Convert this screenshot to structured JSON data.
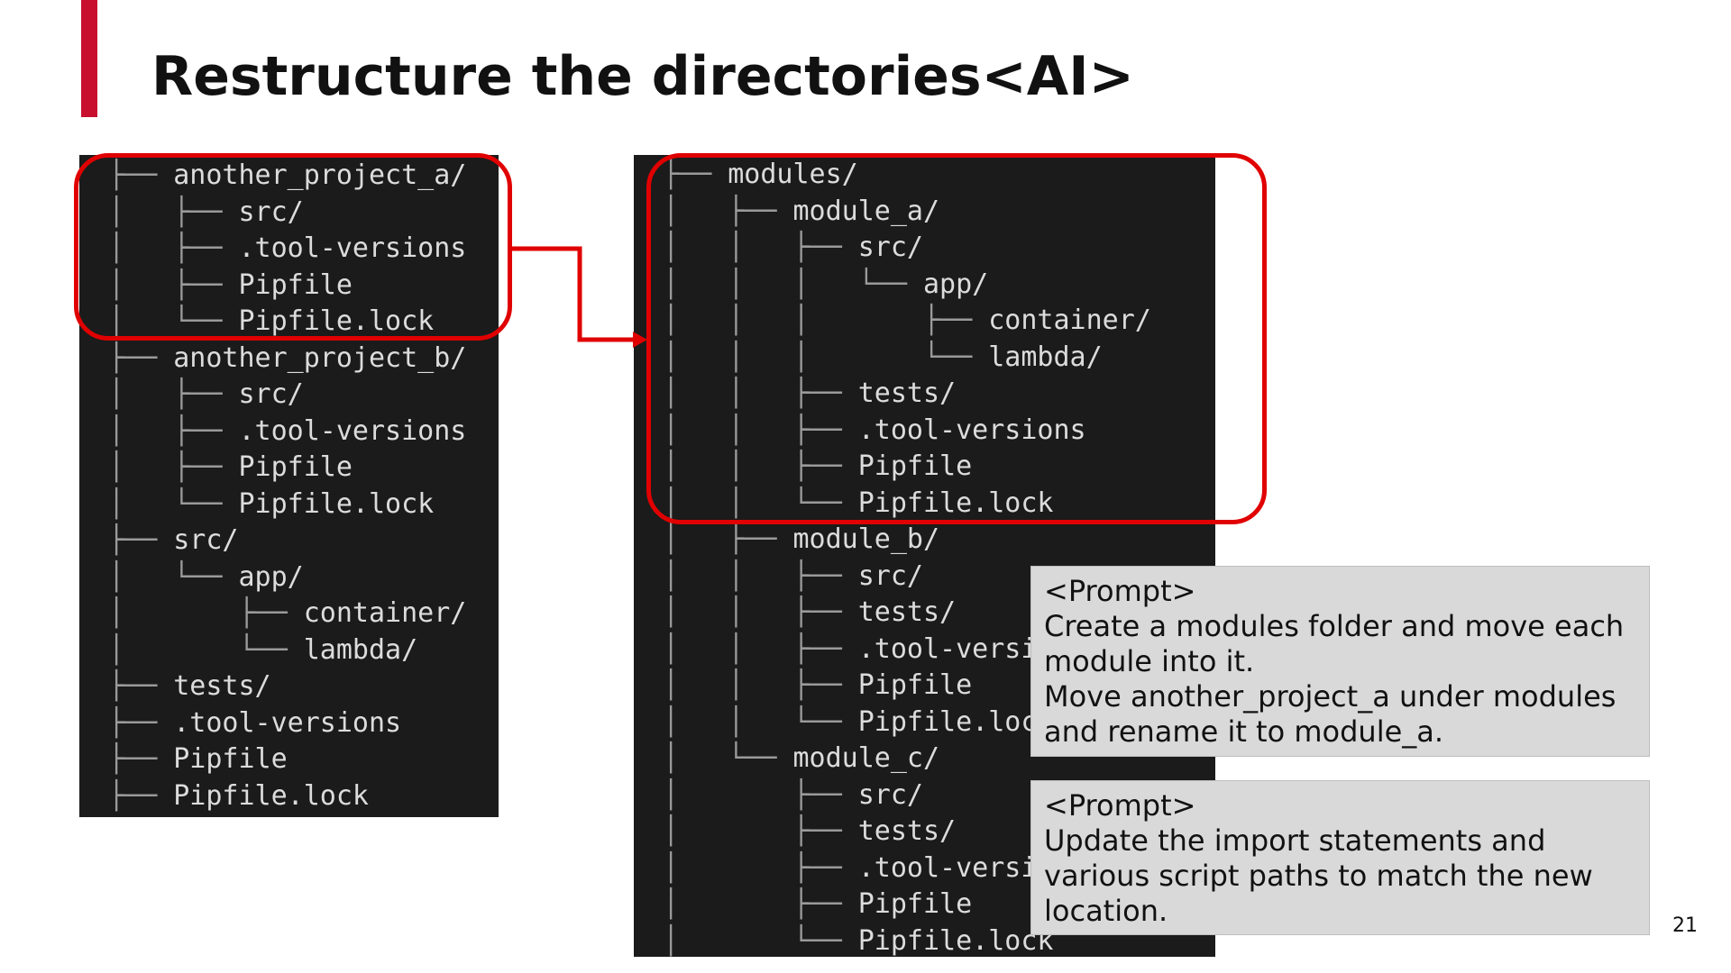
{
  "slide": {
    "title": "Restructure the directories<AI>",
    "page_number": "21",
    "accent_color": "#c8102e",
    "highlight_color": "#e00000"
  },
  "left_tree": {
    "lines": [
      {
        "prefix": "├── ",
        "name": "another_project_a/"
      },
      {
        "prefix": "│   ├── ",
        "name": "src/"
      },
      {
        "prefix": "│   ├── ",
        "name": ".tool-versions"
      },
      {
        "prefix": "│   ├── ",
        "name": "Pipfile"
      },
      {
        "prefix": "│   └── ",
        "name": "Pipfile.lock"
      },
      {
        "prefix": "├── ",
        "name": "another_project_b/"
      },
      {
        "prefix": "│   ├── ",
        "name": "src/"
      },
      {
        "prefix": "│   ├── ",
        "name": ".tool-versions"
      },
      {
        "prefix": "│   ├── ",
        "name": "Pipfile"
      },
      {
        "prefix": "│   └── ",
        "name": "Pipfile.lock"
      },
      {
        "prefix": "├── ",
        "name": "src/"
      },
      {
        "prefix": "│   └── ",
        "name": "app/"
      },
      {
        "prefix": "│       ├── ",
        "name": "container/"
      },
      {
        "prefix": "│       └── ",
        "name": "lambda/"
      },
      {
        "prefix": "├── ",
        "name": "tests/"
      },
      {
        "prefix": "├── ",
        "name": ".tool-versions"
      },
      {
        "prefix": "├── ",
        "name": "Pipfile"
      },
      {
        "prefix": "├── ",
        "name": "Pipfile.lock"
      }
    ]
  },
  "right_tree": {
    "lines": [
      {
        "prefix": "├── ",
        "name": "modules/"
      },
      {
        "prefix": "│   ├── ",
        "name": "module_a/"
      },
      {
        "prefix": "│   │   ├── ",
        "name": "src/"
      },
      {
        "prefix": "│   │   │   └── ",
        "name": "app/"
      },
      {
        "prefix": "│   │   │       ├── ",
        "name": "container/"
      },
      {
        "prefix": "│   │   │       └── ",
        "name": "lambda/"
      },
      {
        "prefix": "│   │   ├── ",
        "name": "tests/"
      },
      {
        "prefix": "│   │   ├── ",
        "name": ".tool-versions"
      },
      {
        "prefix": "│   │   ├── ",
        "name": "Pipfile"
      },
      {
        "prefix": "│   │   └── ",
        "name": "Pipfile.lock"
      },
      {
        "prefix": "│   ├── ",
        "name": "module_b/"
      },
      {
        "prefix": "│   │   ├── ",
        "name": "src/"
      },
      {
        "prefix": "│   │   ├── ",
        "name": "tests/"
      },
      {
        "prefix": "│   │   ├── ",
        "name": ".tool-versi"
      },
      {
        "prefix": "│   │   ├── ",
        "name": "Pipfile"
      },
      {
        "prefix": "│   │   └── ",
        "name": "Pipfile.loc"
      },
      {
        "prefix": "│   └── ",
        "name": "module_c/"
      },
      {
        "prefix": "│       ├── ",
        "name": "src/"
      },
      {
        "prefix": "│       ├── ",
        "name": "tests/"
      },
      {
        "prefix": "│       ├── ",
        "name": ".tool-versi"
      },
      {
        "prefix": "│       ├── ",
        "name": "Pipfile"
      },
      {
        "prefix": "│       └── ",
        "name": "Pipfile.lock"
      }
    ]
  },
  "prompts": [
    {
      "lines": [
        "<Prompt>",
        "Create a modules folder and move each",
        "module into it.",
        "Move another_project_a under modules",
        "and rename it to module_a."
      ]
    },
    {
      "lines": [
        "<Prompt>",
        "Update the import statements and",
        "various script paths to match the new",
        "location."
      ]
    }
  ]
}
